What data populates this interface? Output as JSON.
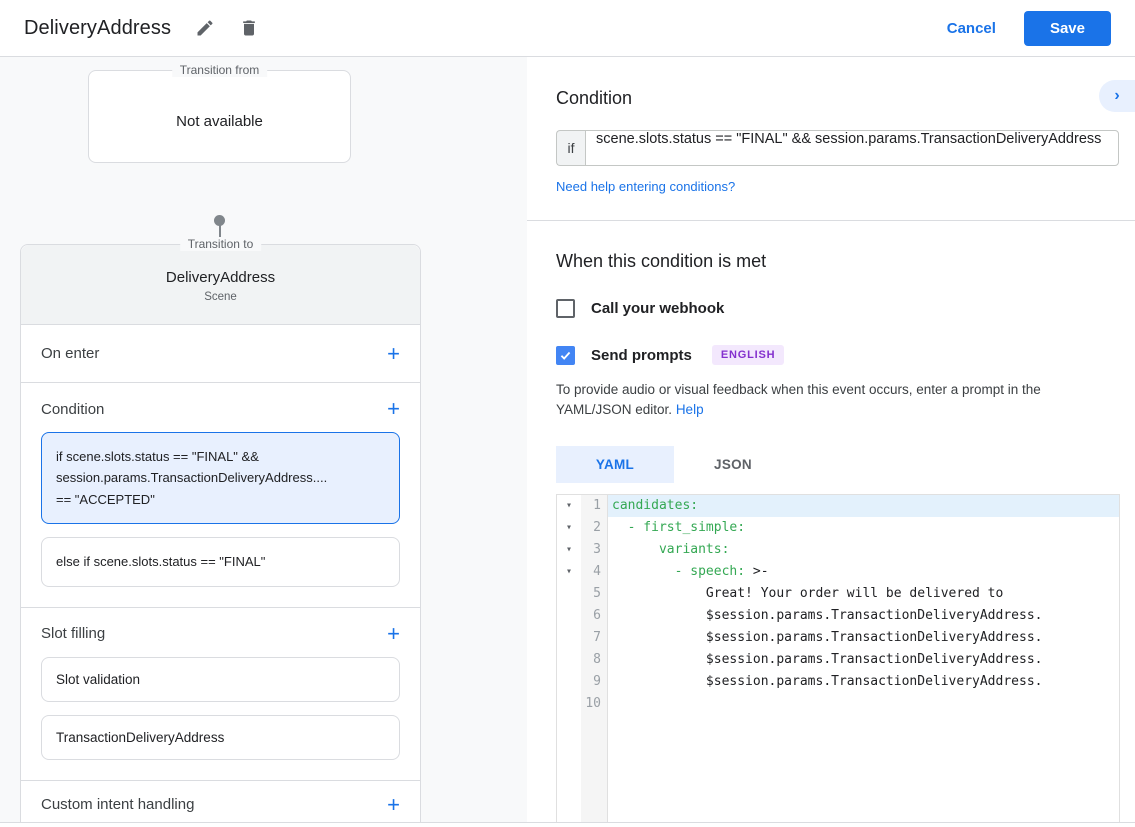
{
  "topbar": {
    "title": "DeliveryAddress",
    "cancel_label": "Cancel",
    "save_label": "Save"
  },
  "flow": {
    "from_label": "Transition from",
    "from_value": "Not available",
    "to_label": "Transition to",
    "to_title": "DeliveryAddress",
    "to_subtitle": "Scene"
  },
  "scene": {
    "on_enter_label": "On enter",
    "condition_label": "Condition",
    "conditions": [
      {
        "text": "if scene.slots.status == \"FINAL\" &&\nsession.params.TransactionDeliveryAddress....\n== \"ACCEPTED\"",
        "selected": true
      },
      {
        "text": "else if scene.slots.status == \"FINAL\"",
        "selected": false
      }
    ],
    "slot_filling_label": "Slot filling",
    "slots": [
      "Slot validation",
      "TransactionDeliveryAddress"
    ],
    "custom_intent_label": "Custom intent handling"
  },
  "condition_panel": {
    "heading": "Condition",
    "if_label": "if",
    "if_value": "scene.slots.status == \"FINAL\" && session.params.TransactionDeliveryAddress",
    "help_link": "Need help entering conditions?"
  },
  "when_met": {
    "heading": "When this condition is met",
    "webhook_label": "Call your webhook",
    "webhook_checked": false,
    "send_prompts_label": "Send prompts",
    "send_prompts_checked": true,
    "language_badge": "ENGLISH",
    "description": "To provide audio or visual feedback when this event occurs, enter a prompt in the YAML/JSON editor.",
    "help_label": "Help"
  },
  "editor": {
    "tabs": [
      {
        "label": "YAML",
        "active": true
      },
      {
        "label": "JSON",
        "active": false
      }
    ],
    "lines": [
      {
        "num": "1",
        "fold": true,
        "highlight": true,
        "segments": [
          {
            "t": "candidates:",
            "c": "key"
          }
        ]
      },
      {
        "num": "2",
        "fold": true,
        "highlight": false,
        "segments": [
          {
            "t": "  - first_simple:",
            "c": "key"
          }
        ]
      },
      {
        "num": "3",
        "fold": true,
        "highlight": false,
        "segments": [
          {
            "t": "      variants:",
            "c": "key"
          }
        ]
      },
      {
        "num": "4",
        "fold": true,
        "highlight": false,
        "segments": [
          {
            "t": "        - speech:",
            "c": "key"
          },
          {
            "t": " >-",
            "c": "plain"
          }
        ]
      },
      {
        "num": "5",
        "fold": false,
        "highlight": false,
        "segments": [
          {
            "t": "            Great! Your order will be delivered to",
            "c": "plain"
          }
        ]
      },
      {
        "num": "6",
        "fold": false,
        "highlight": false,
        "segments": [
          {
            "t": "            $session.params.TransactionDeliveryAddress.",
            "c": "plain"
          }
        ]
      },
      {
        "num": "7",
        "fold": false,
        "highlight": false,
        "segments": [
          {
            "t": "            $session.params.TransactionDeliveryAddress.",
            "c": "plain"
          }
        ]
      },
      {
        "num": "8",
        "fold": false,
        "highlight": false,
        "segments": [
          {
            "t": "            $session.params.TransactionDeliveryAddress.",
            "c": "plain"
          }
        ]
      },
      {
        "num": "9",
        "fold": false,
        "highlight": false,
        "segments": [
          {
            "t": "            $session.params.TransactionDeliveryAddress.",
            "c": "plain"
          }
        ]
      },
      {
        "num": "10",
        "fold": false,
        "highlight": false,
        "segments": []
      }
    ]
  },
  "colors": {
    "accent_blue": "#1a73e8",
    "checkbox_blue": "#4285f4",
    "selected_card_bg": "#e8f0fe",
    "badge_purple": "#8430ce",
    "badge_bg": "#f3e8fd",
    "yaml_key_green": "#34a853",
    "line_highlight": "#e3f1fc"
  }
}
